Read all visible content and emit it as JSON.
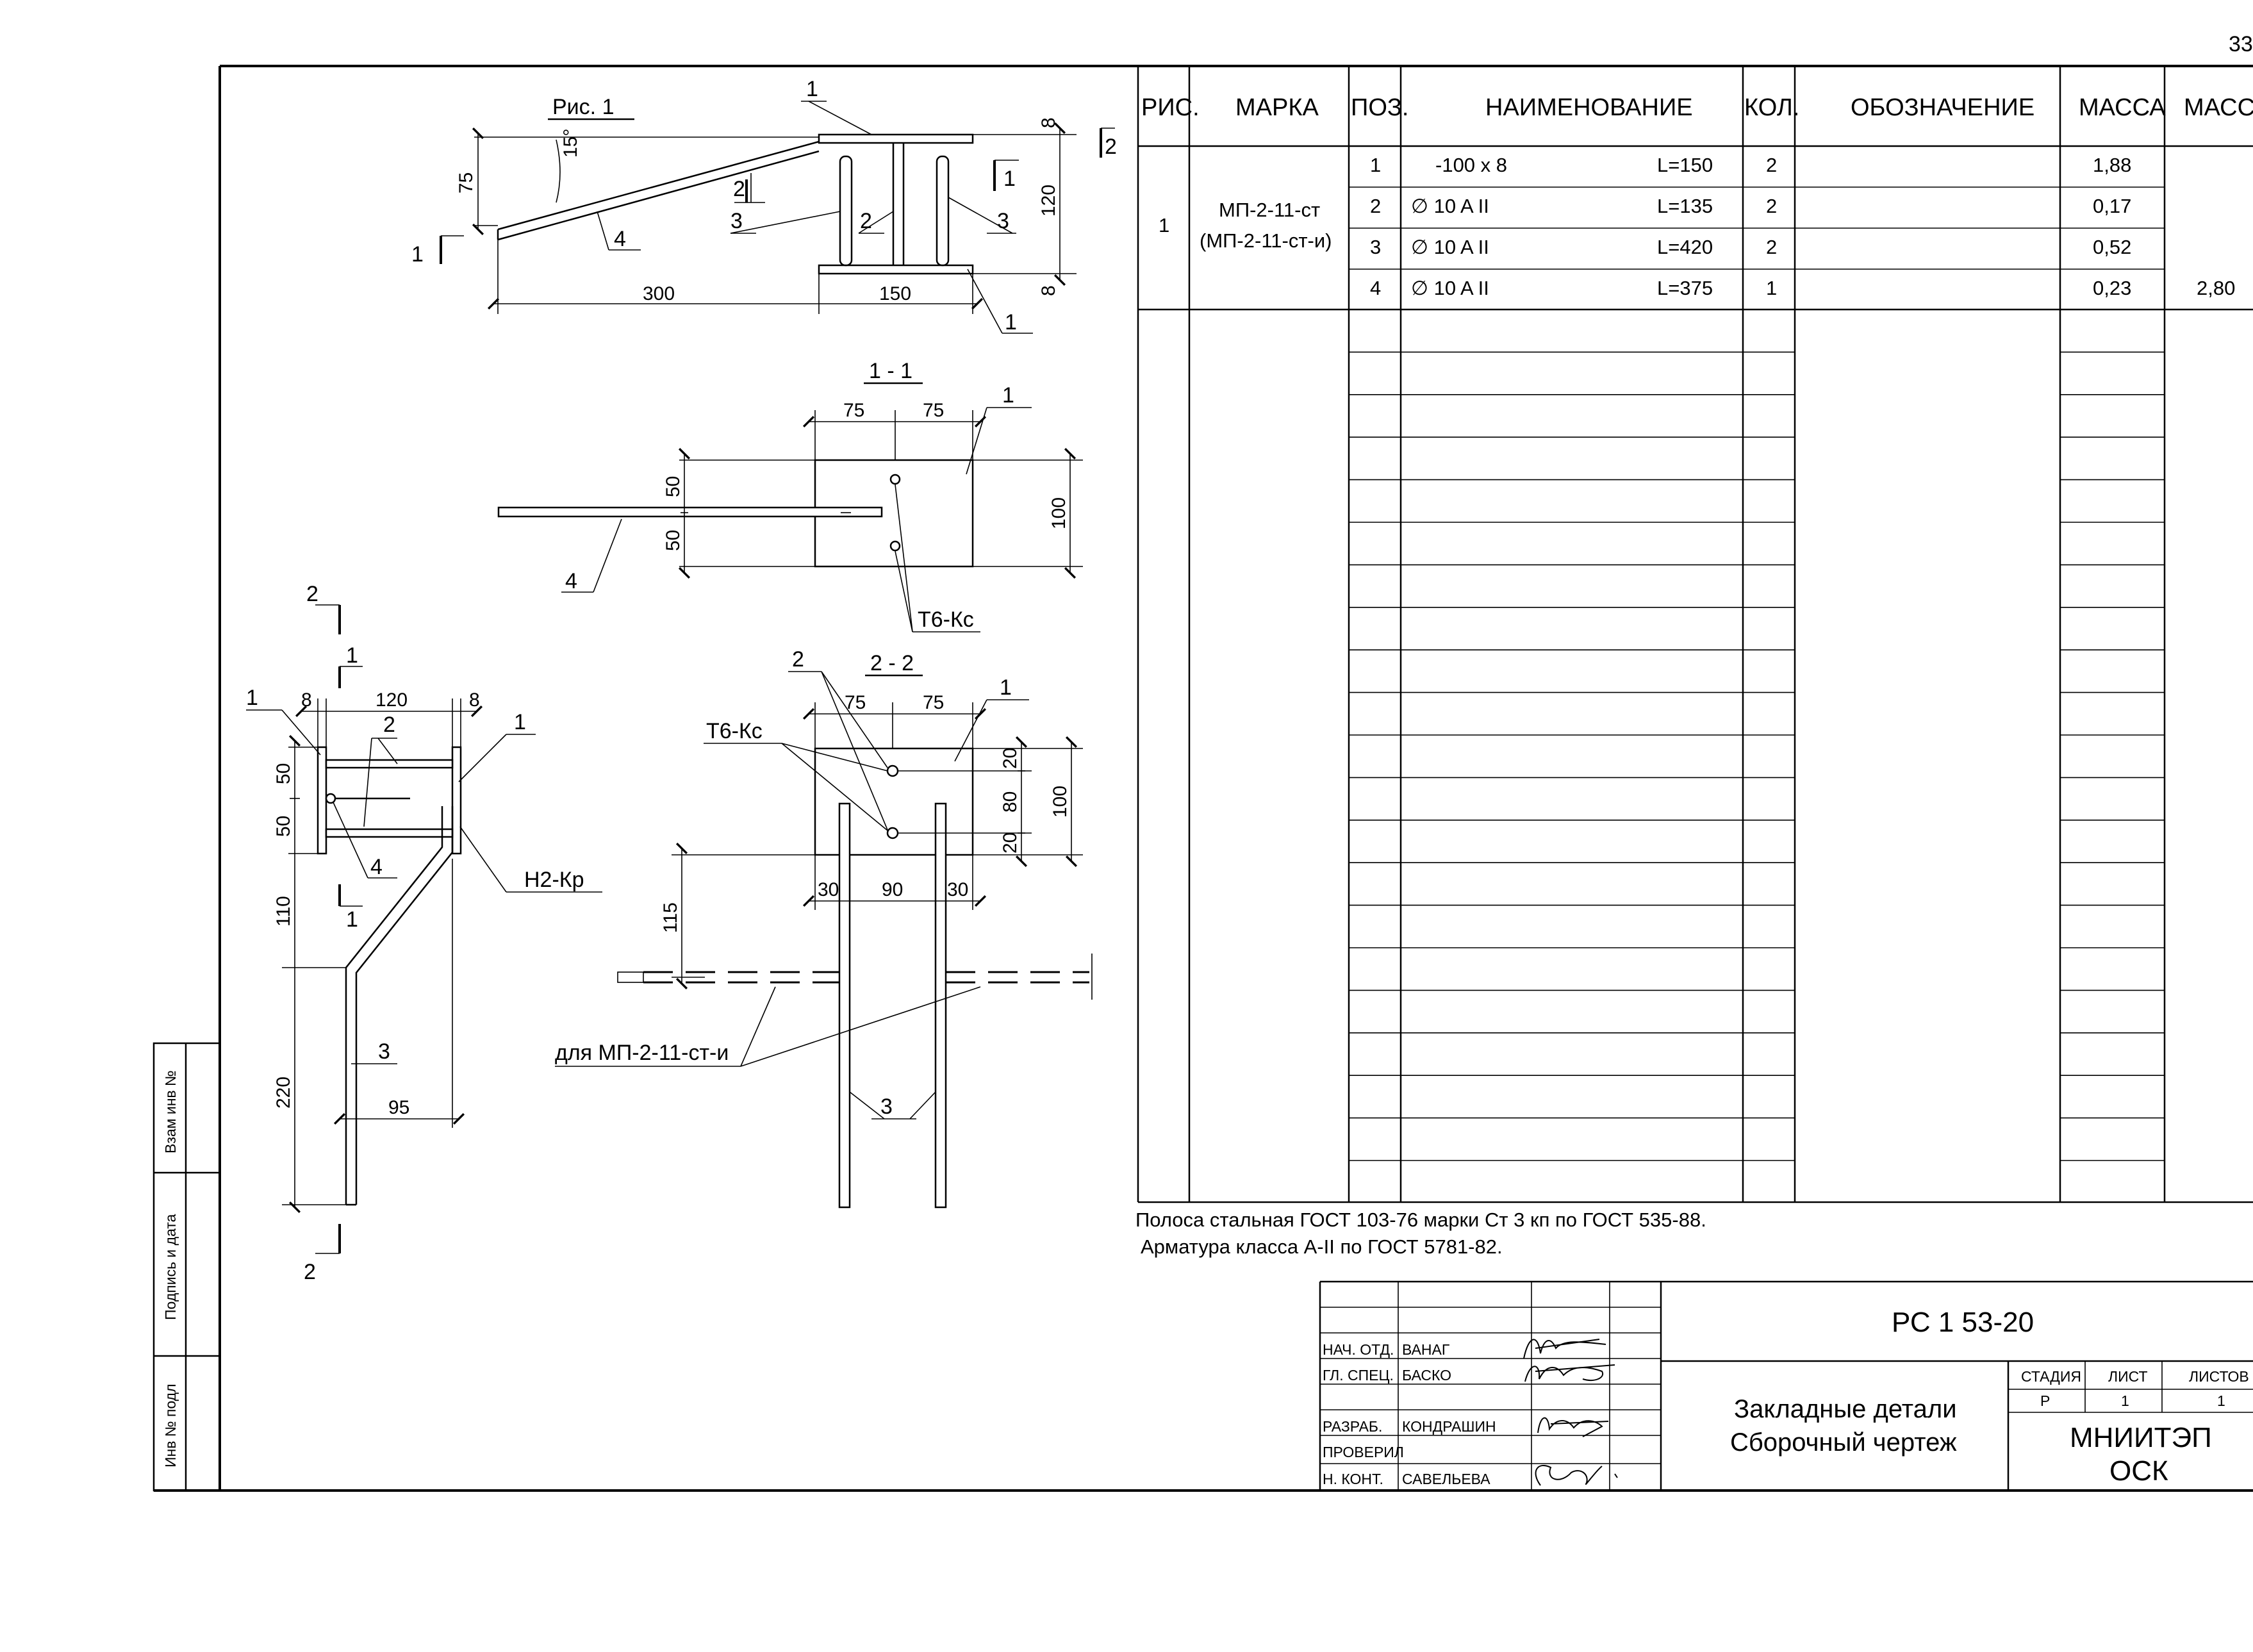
{
  "page_number": "33",
  "figure": {
    "title": "Рис. 1",
    "section_1": "1 - 1",
    "section_2": "2 - 2",
    "angle": "15°",
    "weld_tk": "Т6-Кс",
    "weld_n2": "Н2-Кр",
    "variant_note": "для МП-2-11-ст-и",
    "cut_1": "1",
    "cut_2": "2",
    "pos_1": "1",
    "pos_2": "2",
    "pos_3": "3",
    "pos_4": "4",
    "dims": {
      "d75": "75",
      "d300": "300",
      "d150": "150",
      "d120": "120",
      "d8": "8",
      "d50": "50",
      "d100": "100",
      "d110": "110",
      "d220": "220",
      "d95": "95",
      "d20": "20",
      "d80": "80",
      "d30": "30",
      "d90": "90",
      "d115": "115"
    }
  },
  "spec_table": {
    "headers": [
      "РИС.",
      "МАРКА",
      "ПОЗ.",
      "НАИМЕНОВАНИЕ",
      "КОЛ.",
      "ОБОЗНАЧЕНИЕ",
      "МАССА",
      "МАССА"
    ],
    "fig": "1",
    "mark": "МП-2-11-ст",
    "mark_alt": "(МП-2-11-ст-и)",
    "rows": [
      {
        "pos": "1",
        "name": "-100 x 8",
        "length": "L=150",
        "qty": "2",
        "mass": "1,88"
      },
      {
        "pos": "2",
        "name": "∅ 10 A II",
        "length": "L=135",
        "qty": "2",
        "mass": "0,17"
      },
      {
        "pos": "3",
        "name": "∅ 10 A II",
        "length": "L=420",
        "qty": "2",
        "mass": "0,52"
      },
      {
        "pos": "4",
        "name": "∅ 10 A II",
        "length": "L=375",
        "qty": "1",
        "mass": "0,23"
      }
    ],
    "total_mass": "2,80"
  },
  "notes": [
    "Полоса стальная ГОСТ 103-76 марки Ст 3 кп по ГОСТ 535-88.",
    "Арматура  класса    А-II  по  ГОСТ  5781-82."
  ],
  "side_stamp": [
    "Взам инв №",
    "Подпись и дата",
    "Инв № подл"
  ],
  "title_block": {
    "code": "РС 1  53-20",
    "title_line1": "Закладные детали",
    "title_line2": "Сборочный чертеж",
    "stage_header": "СТАДИЯ",
    "sheet_header": "ЛИСТ",
    "sheets_header": "ЛИСТОВ",
    "stage": "Р",
    "sheet": "1",
    "sheets": "1",
    "org_line1": "МНИИТЭП",
    "org_line2": "ОСК",
    "roles": [
      {
        "role": "НАЧ. ОТД.",
        "name": "ВАНАГ"
      },
      {
        "role": "ГЛ. СПЕЦ.",
        "name": "БАСКО"
      },
      {
        "role": "",
        "name": ""
      },
      {
        "role": "РАЗРАБ.",
        "name": "КОНДРАШИН"
      },
      {
        "role": "ПРОВЕРИЛ",
        "name": ""
      },
      {
        "role": "Н. КОНТ.",
        "name": "САВЕЛЬЕВА"
      }
    ]
  }
}
